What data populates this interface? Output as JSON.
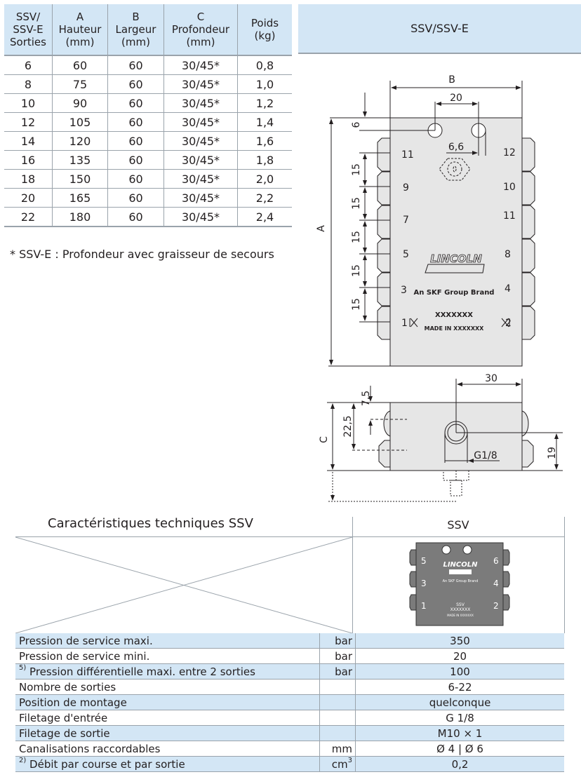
{
  "dimensions_table": {
    "headers": [
      [
        "SSV/",
        "SSV-E",
        "Sorties"
      ],
      [
        "A",
        "Hauteur",
        "(mm)"
      ],
      [
        "B",
        "Largeur",
        "(mm)"
      ],
      [
        "C",
        "Profondeur",
        "(mm)"
      ],
      [
        "Poids",
        "(kg)"
      ]
    ],
    "rows": [
      [
        "6",
        "60",
        "60",
        "30/45*",
        "0,8"
      ],
      [
        "8",
        "75",
        "60",
        "30/45*",
        "1,0"
      ],
      [
        "10",
        "90",
        "60",
        "30/45*",
        "1,2"
      ],
      [
        "12",
        "105",
        "60",
        "30/45*",
        "1,4"
      ],
      [
        "14",
        "120",
        "60",
        "30/45*",
        "1,6"
      ],
      [
        "16",
        "135",
        "60",
        "30/45*",
        "1,8"
      ],
      [
        "18",
        "150",
        "60",
        "30/45*",
        "2,0"
      ],
      [
        "20",
        "165",
        "60",
        "30/45*",
        "2,2"
      ],
      [
        "22",
        "180",
        "60",
        "30/45*",
        "2,4"
      ]
    ]
  },
  "footnote": "* SSV-E : Profondeur avec graisseur de secours",
  "drawing": {
    "header": "SSV/SSV-E",
    "front": {
      "dim_B": "B",
      "dim_20": "20",
      "dim_6": "6",
      "dim_6_6": "6,6",
      "dim_A": "A",
      "dim_15": "15",
      "outlets_left": [
        "11",
        "9",
        "7",
        "5",
        "3",
        "1"
      ],
      "outlets_right": [
        "12",
        "10",
        "11",
        "8",
        "4",
        "2"
      ],
      "brand": "LINCOLN",
      "brand_sub": "An  SKF Group Brand",
      "serial": "XXXXXXX",
      "made_in": "MADE IN XXXXXXX"
    },
    "side": {
      "dim_30": "30",
      "dim_7_5": "7,5",
      "dim_22_5": "22,5",
      "dim_C": "C",
      "dim_G18": "G1/8",
      "dim_19": "19"
    }
  },
  "specs": {
    "title": "Caractéristiques techniques SSV",
    "column_title": "SSV",
    "product_image": {
      "brand": "LINCOLN",
      "brand_sub": "An  SKF Group Brand",
      "model": "SSV",
      "serial": "XXXXXXX",
      "made_in": "MADE IN XXXXXXX",
      "outlets_left": [
        "5",
        "3",
        "1"
      ],
      "outlets_right": [
        "6",
        "4",
        "2"
      ]
    },
    "rows": [
      {
        "note": "",
        "label": "Pression de service maxi.",
        "unit": "bar",
        "unit_sup": "",
        "value": "350"
      },
      {
        "note": "",
        "label": "Pression de service mini.",
        "unit": "bar",
        "unit_sup": "",
        "value": "20"
      },
      {
        "note": "5)",
        "label": "Pression différentielle maxi. entre 2 sorties",
        "unit": "bar",
        "unit_sup": "",
        "value": "100"
      },
      {
        "note": "",
        "label": "Nombre de sorties",
        "unit": "",
        "unit_sup": "",
        "value": "6-22"
      },
      {
        "note": "",
        "label": "Position de montage",
        "unit": "",
        "unit_sup": "",
        "value": "quelconque"
      },
      {
        "note": "",
        "label": "Filetage d'entrée",
        "unit": "",
        "unit_sup": "",
        "value": "G 1/8"
      },
      {
        "note": "",
        "label": "Filetage de sortie",
        "unit": "",
        "unit_sup": "",
        "value": "M10 × 1"
      },
      {
        "note": "",
        "label": "Canalisations raccordables",
        "unit": "mm",
        "unit_sup": "",
        "value": "Ø 4 | Ø 6"
      },
      {
        "note": "2)",
        "label": "Débit par course et par sortie",
        "unit": "cm",
        "unit_sup": "3",
        "value": "0,2"
      }
    ]
  },
  "colors": {
    "header_bg": "#d3e6f5",
    "grid": "#9aa3ab",
    "body_fill": "#e6e6e6",
    "product_fill": "#7b7b7b"
  }
}
